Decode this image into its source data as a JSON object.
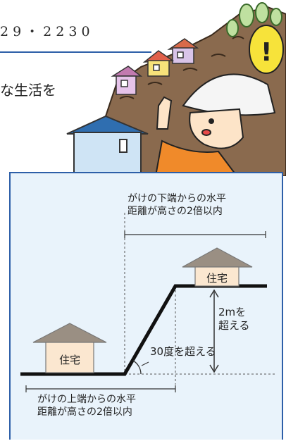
{
  "header": {
    "phone_fragment": "29・2230",
    "life_text": "な生活を"
  },
  "diagram": {
    "top_distance_label_line1": "がけの下端からの水平",
    "top_distance_label_line2": "距離が高さの2倍以内",
    "bottom_distance_label_line1": "がけの上端からの水平",
    "bottom_distance_label_line2": "距離が高さの2倍以内",
    "height_label_line1": "2mを",
    "height_label_line2": "超える",
    "angle_label": "30度を超える",
    "house_upper_label": "住宅",
    "house_lower_label": "住宅"
  },
  "colors": {
    "accent_blue": "#2d5fa8",
    "diagram_bg": "#e9f3fb",
    "house_wall": "#fbe7d0",
    "house_roof": "#9a8f83",
    "hillside": "#8a6a4e"
  }
}
